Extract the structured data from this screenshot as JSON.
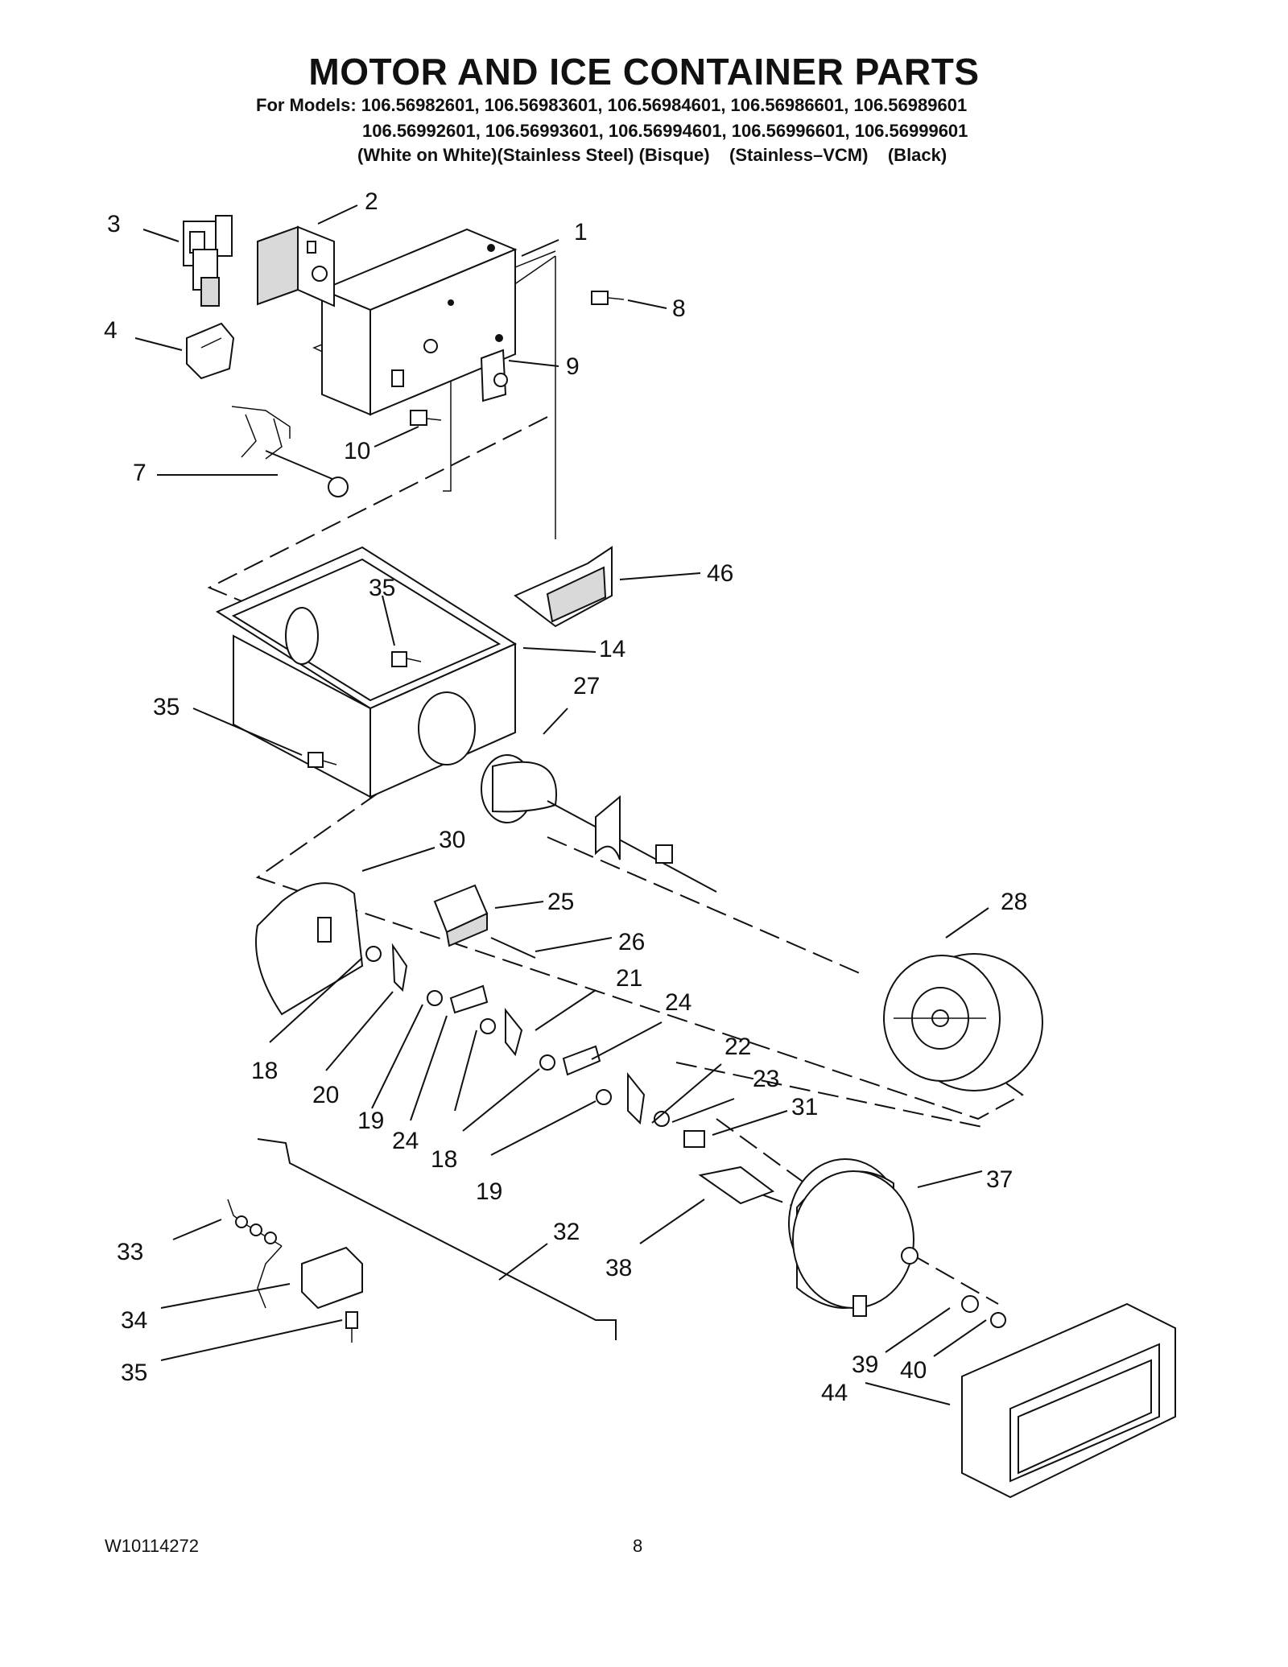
{
  "header": {
    "title": "MOTOR AND ICE CONTAINER PARTS",
    "models_line1": "For Models: 106.56982601, 106.56983601, 106.56984601, 106.56986601, 106.56989601",
    "models_line2": "106.56992601, 106.56993601, 106.56994601, 106.56996601, 106.56999601",
    "models_line3": "(White on White)(Stainless Steel) (Bisque)    (Stainless–VCM)    (Black)"
  },
  "callouts": {
    "c1": "1",
    "c2": "2",
    "c3": "3",
    "c4": "4",
    "c7": "7",
    "c8": "8",
    "c9": "9",
    "c10": "10",
    "c46": "46",
    "c35a": "35",
    "c14": "14",
    "c27": "27",
    "c35b": "35",
    "c30": "30",
    "c25": "25",
    "c26": "26",
    "c28": "28",
    "c21": "21",
    "c24a": "24",
    "c22": "22",
    "c23": "23",
    "c31": "31",
    "c18a": "18",
    "c20": "20",
    "c19a": "19",
    "c24b": "24",
    "c18b": "18",
    "c19b": "19",
    "c37": "37",
    "c32": "32",
    "c38": "38",
    "c33": "33",
    "c34": "34",
    "c35c": "35",
    "c39": "39",
    "c40": "40",
    "c44": "44"
  },
  "footer": {
    "doc_number": "W10114272",
    "page_number": "8"
  }
}
